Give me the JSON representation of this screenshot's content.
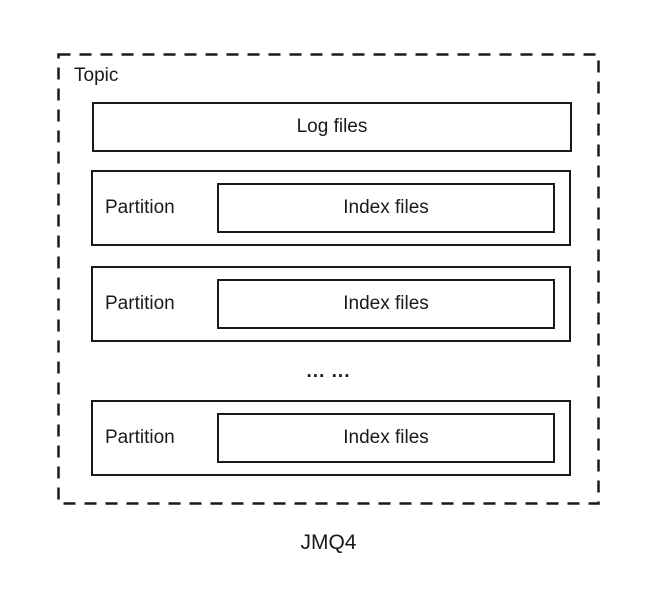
{
  "diagram": {
    "topic_label": "Topic",
    "log_box_label": "Log files",
    "partitions": [
      {
        "label": "Partition",
        "inner_label": "Index files"
      },
      {
        "label": "Partition",
        "inner_label": "Index files"
      },
      {
        "label": "Partition",
        "inner_label": "Index files"
      }
    ],
    "ellipsis": "... ...",
    "caption": "JMQ4"
  },
  "colors": {
    "line": "#1a1a1a",
    "text": "#1a1a1a",
    "background": "#ffffff"
  }
}
